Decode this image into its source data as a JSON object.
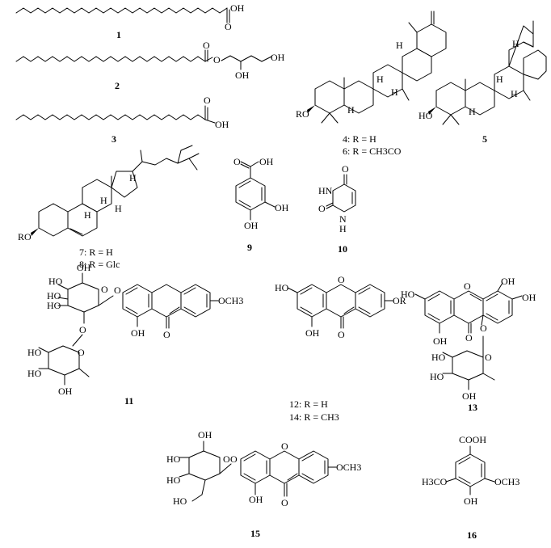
{
  "figure": {
    "compounds": [
      {
        "id": "1",
        "label": "1",
        "groups": [
          "OH",
          "O"
        ]
      },
      {
        "id": "2",
        "label": "2",
        "groups": [
          "O",
          "O",
          "OH",
          "OH"
        ]
      },
      {
        "id": "3",
        "label": "3",
        "groups": [
          "OH",
          "O"
        ]
      },
      {
        "id": "4",
        "label": "4",
        "r_defs": [
          "4: R = H",
          "6: R = CH3CO"
        ],
        "groups": [
          "RO"
        ],
        "stereo": [
          "H",
          "H",
          "H",
          "H"
        ]
      },
      {
        "id": "5",
        "label": "5",
        "groups": [
          "HO"
        ],
        "stereo": [
          "H",
          "H",
          "H",
          "H"
        ]
      },
      {
        "id": "7",
        "label": "7",
        "r_defs": [
          "7: R = H",
          "8: R = Glc"
        ],
        "groups": [
          "RO"
        ],
        "stereo": [
          "H",
          "H",
          "H",
          "H"
        ]
      },
      {
        "id": "9",
        "label": "9",
        "groups": [
          "O",
          "OH",
          "OH",
          "OH"
        ]
      },
      {
        "id": "10",
        "label": "10",
        "groups": [
          "O",
          "HN",
          "O",
          "N",
          "H"
        ]
      },
      {
        "id": "11",
        "label": "11",
        "groups": [
          "HO",
          "OH",
          "HO",
          "HO",
          "O",
          "O",
          "O",
          "OCH3",
          "OH",
          "O",
          "HO",
          "HO",
          "O",
          "OH"
        ]
      },
      {
        "id": "12",
        "label": "12",
        "r_defs": [
          "12: R = H",
          "14: R = CH3"
        ],
        "groups": [
          "HO",
          "O",
          "OR",
          "OH",
          "O"
        ]
      },
      {
        "id": "13",
        "label": "13",
        "groups": [
          "OH",
          "OH",
          "HO",
          "O",
          "O",
          "OH",
          "O",
          "HO",
          "O",
          "HO",
          "OH"
        ]
      },
      {
        "id": "15",
        "label": "15",
        "groups": [
          "OH",
          "HO",
          "O",
          "O",
          "OCH3",
          "HO",
          "HO",
          "O",
          "OH",
          "O"
        ]
      },
      {
        "id": "16",
        "label": "16",
        "groups": [
          "COOH",
          "H3CO",
          "OCH3",
          "OH"
        ]
      }
    ]
  }
}
